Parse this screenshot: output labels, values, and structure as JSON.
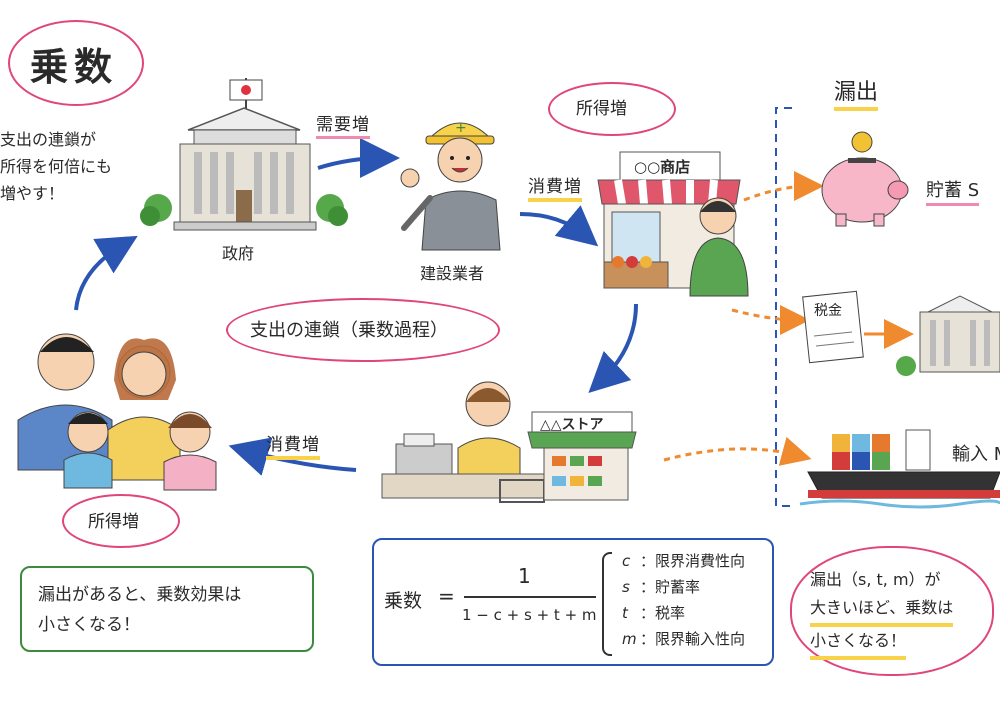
{
  "title": "乗数",
  "intro_lines": [
    "支出の連鎖が",
    "所得を何倍にも",
    "増やす！"
  ],
  "nodes": {
    "government": "政府",
    "construction": "建設業者",
    "shop_sign": "○○商店",
    "store_sign": "△△ストア"
  },
  "flows": {
    "demand_up": "需要増",
    "income_up_top": "所得増",
    "consumption_up_right": "消費増",
    "consumption_up_left": "消費増",
    "income_up_family": "所得増"
  },
  "chain_label": "支出の連鎖（乗数過程）",
  "leakage": {
    "title": "漏出",
    "savings": "貯蓄 S",
    "tax_doc": "税金",
    "imports": "輸入 M"
  },
  "note_left": [
    "漏出があると、乗数効果は",
    "小さくなる！"
  ],
  "formula": {
    "lhs": "乗数",
    "equals": "=",
    "numerator": "1",
    "denominator": "1 − c + s + t + m",
    "legend": [
      {
        "symbol": "c",
        "text": "：限界消費性向"
      },
      {
        "symbol": "s",
        "text": "：貯蓄率"
      },
      {
        "symbol": "t",
        "text": "：税率"
      },
      {
        "symbol": "m",
        "text": "：限界輸入性向"
      }
    ]
  },
  "note_right": [
    "漏出（s, t, m）が",
    "大きいほど、乗数は",
    "小さくなる！"
  ],
  "colors": {
    "pink": "#e0457b",
    "blue": "#2a55b3",
    "orange": "#f08a2e",
    "yellow": "#f7d24a",
    "green": "#3b8a3e"
  }
}
